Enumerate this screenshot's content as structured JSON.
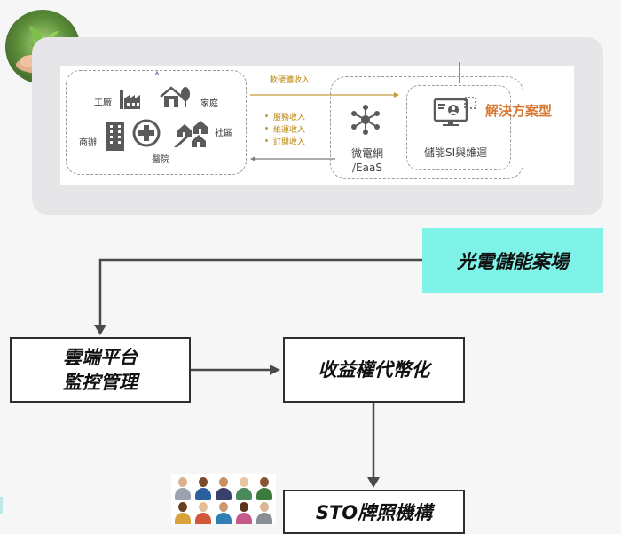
{
  "diagram": {
    "segments": {
      "factory": "工廠",
      "home": "家庭",
      "commerce": "商辦",
      "community": "社區",
      "hospital": "醫院"
    },
    "flows": {
      "hardware_software_income": "軟硬體收入",
      "service_income": "服務收入",
      "maintenance_income": "維運收入",
      "subscription_income": "訂閱收入"
    },
    "microgrid": {
      "line1": "微電網",
      "line2": "/EaaS"
    },
    "si": {
      "label": "儲能SI與維運"
    },
    "solution_title": "解決方案型"
  },
  "flowchart": {
    "pv_storage": "光電儲能案場",
    "cloud_platform": {
      "line1": "雲端平台",
      "line2": "監控管理"
    },
    "tokenization": "收益權代幣化",
    "sto": "STO牌照機構"
  },
  "colors": {
    "teal": "#7ff3e8",
    "gold": "#b8860b",
    "orange": "#d9772f",
    "gray_icon": "#5a5a5a"
  },
  "icons": [
    "plant-in-hands-icon",
    "factory-icon",
    "house-icon",
    "office-building-icon",
    "medical-cross-icon",
    "community-houses-icon",
    "network-hub-icon",
    "monitor-user-icon",
    "people-group-icon"
  ]
}
